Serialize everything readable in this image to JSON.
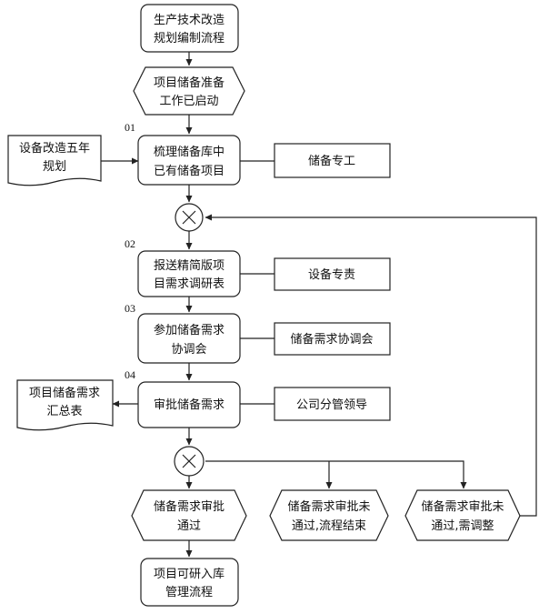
{
  "nodes": {
    "start": [
      "生产技术改造",
      "规划编制流程"
    ],
    "prep_event": [
      "项目储备准备",
      "工作已启动"
    ],
    "five_year_plan": [
      "设备改造五年",
      "规划"
    ],
    "sort_items": [
      "梳理储备库中",
      "已有储备项目"
    ],
    "reserve_specialist": "储备专工",
    "submit_survey": [
      "报送精简版项",
      "目需求调研表"
    ],
    "equipment_owner": "设备专责",
    "attend_meeting": [
      "参加储备需求",
      "协调会"
    ],
    "coord_meeting": "储备需求协调会",
    "approve": "审批储备需求",
    "company_leader": "公司分管领导",
    "summary_table": [
      "项目储备需求",
      "汇总表"
    ],
    "result_pass": [
      "储备需求审批",
      "通过"
    ],
    "result_end": [
      "储备需求审批未",
      "通过,流程结束"
    ],
    "result_adjust": [
      "储备需求审批未",
      "通过,需调整"
    ],
    "next_process": [
      "项目可研入库",
      "管理流程"
    ]
  },
  "step_numbers": [
    "01",
    "02",
    "03",
    "04"
  ],
  "gateway_symbol": "X"
}
